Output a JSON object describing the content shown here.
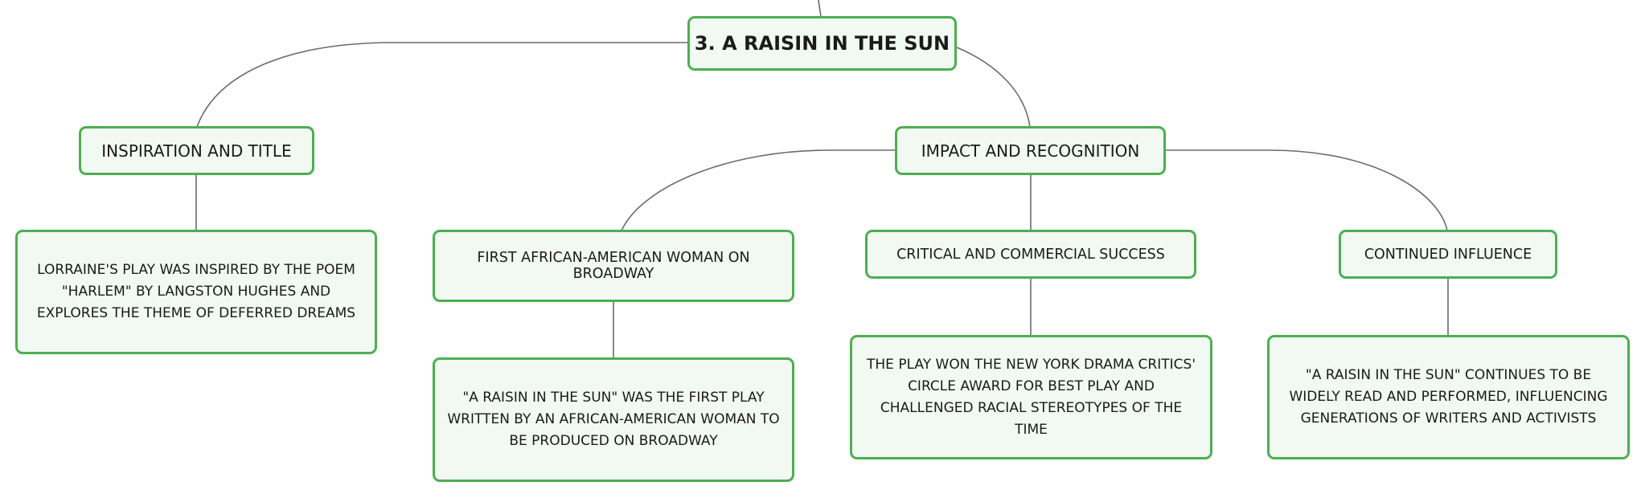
{
  "diagram": {
    "root": {
      "label": "3. A RAISIN IN THE SUN"
    },
    "branches": {
      "inspiration": {
        "label": "INSPIRATION AND TITLE"
      },
      "impact": {
        "label": "IMPACT AND RECOGNITION"
      }
    },
    "subtopics": {
      "first_woman": {
        "label": "FIRST AFRICAN-AMERICAN WOMAN ON BROADWAY"
      },
      "critical_success": {
        "label": "CRITICAL AND COMMERCIAL SUCCESS"
      },
      "continued_influence": {
        "label": "CONTINUED INFLUENCE"
      }
    },
    "details": {
      "inspiration": {
        "text": "LORRAINE'S PLAY WAS INSPIRED BY THE POEM \"HARLEM\" BY LANGSTON HUGHES AND EXPLORES THE THEME OF DEFERRED DREAMS"
      },
      "first_woman": {
        "text": "\"A RAISIN IN THE SUN\" WAS THE FIRST PLAY WRITTEN BY AN AFRICAN-AMERICAN WOMAN TO BE PRODUCED ON BROADWAY"
      },
      "critical_success": {
        "text": "THE PLAY WON THE NEW YORK DRAMA CRITICS' CIRCLE AWARD FOR BEST PLAY AND CHALLENGED RACIAL STEREOTYPES OF THE TIME"
      },
      "continued_influence": {
        "text": "\"A RAISIN IN THE SUN\" CONTINUES TO BE WIDELY READ AND PERFORMED, INFLUENCING GENERATIONS OF WRITERS AND ACTIVISTS"
      }
    },
    "colors": {
      "node_border": "#4caf50",
      "node_fill": "#f2f9f3",
      "connector": "#6b6b6b",
      "text": "#1a1a1a"
    }
  }
}
